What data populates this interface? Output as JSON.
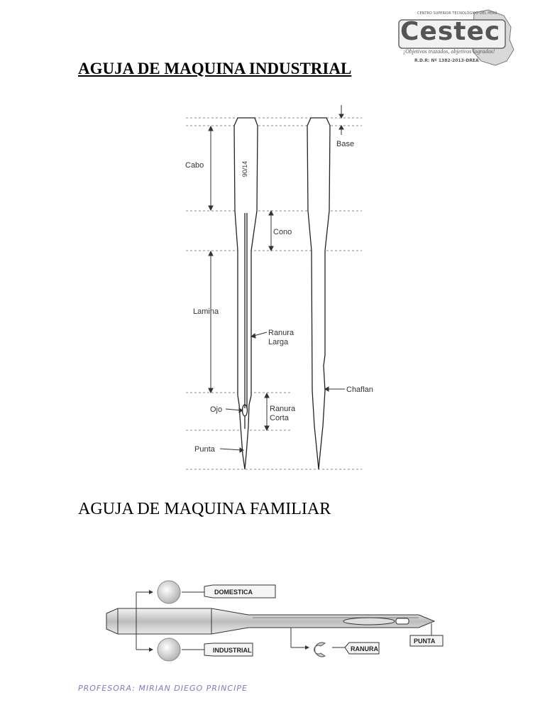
{
  "header": {
    "title": "AGUJA DE MAQUINA INDUSTRIAL"
  },
  "logo": {
    "name": "Cestec",
    "top_text": "CENTRO SUPERIOR TECNOLÓGICO DEL PERÚ",
    "slogan": "¡Objetivos trazados, objetivos logrados!",
    "rdr": "R.D.R: Nº 1382-2013-DREA"
  },
  "industrial_diagram": {
    "needle_size": "90/14",
    "labels": {
      "base": "Base",
      "cabo": "Cabo",
      "cono": "Cono",
      "lamina": "Lamina",
      "ranura_larga_1": "Ranura",
      "ranura_larga_2": "Larga",
      "chaflan": "Chaflan",
      "ojo": "Ojo",
      "ranura_corta_1": "Ranura",
      "ranura_corta_2": "Corta",
      "punta": "Punta"
    }
  },
  "section2": {
    "title": "AGUJA DE MAQUINA FAMILIAR"
  },
  "familiar_diagram": {
    "labels": {
      "domestica": "DOMESTICA",
      "industrial": "INDUSTRIAL",
      "ranura": "RANURA",
      "punta": "PUNTA"
    }
  },
  "footer": {
    "text": "PROFESORA: MIRIAN DIEGO PRINCIPE"
  }
}
